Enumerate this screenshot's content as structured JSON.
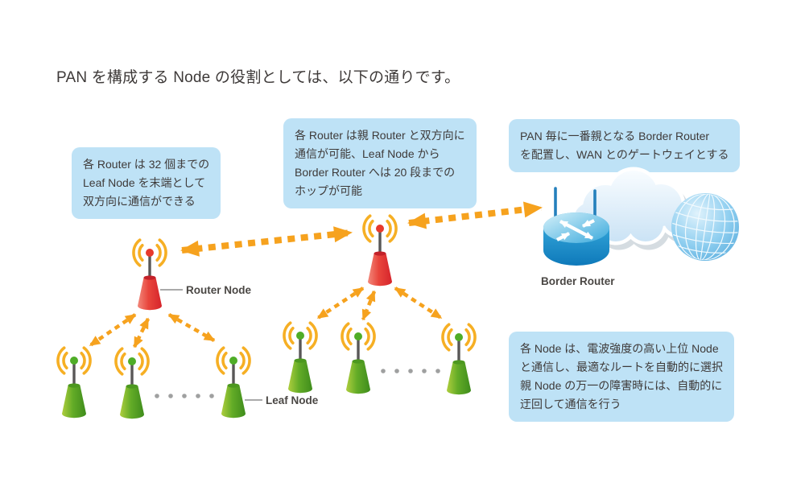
{
  "title": "PAN を構成する Node の役割としては、以下の通りです。",
  "callouts": {
    "router_capacity": "各 Router は 32 個までの\nLeaf Node を末端として\n双方向に通信ができる",
    "router_hops": "各 Router は親 Router と双方向に\n通信が可能、Leaf Node から\nBorder Router へは 20 段までの\nホップが可能",
    "border_router_role": "PAN 毎に一番親となる Border Router\nを配置し、WAN とのゲートウェイとする",
    "auto_routing": "各 Node は、電波強度の高い上位 Node\nと通信し、最適なルートを自動的に選択\n親 Node の万一の障害時には、自動的に\n迂回して通信を行う"
  },
  "labels": {
    "router_node": "Router Node",
    "leaf_node": "Leaf Node",
    "border_router": "Border Router"
  },
  "colors": {
    "callout_bg": "#BEE2F6",
    "text_dark": "#3E3A39",
    "arrow_orange": "#F6A21E",
    "wave_yellow": "#F6AF24",
    "router_node_red": "#E33A30",
    "leaf_node_green": "#5FA826",
    "border_router_blue": "#1E9CD7",
    "dot_gray": "#9FA0A0"
  }
}
